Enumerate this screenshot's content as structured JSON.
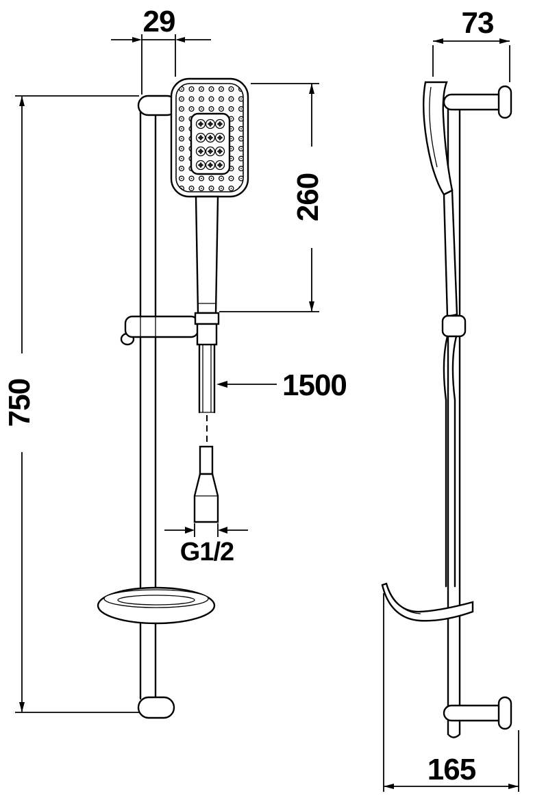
{
  "drawing": {
    "colors": {
      "background": "#ffffff",
      "line": "#000000"
    },
    "labels": {
      "rail_offset": "29",
      "head_depth": "73",
      "head_length": "260",
      "bar_height": "750",
      "hose_length": "1500",
      "thread_size": "G1/2",
      "base_depth": "165"
    }
  }
}
